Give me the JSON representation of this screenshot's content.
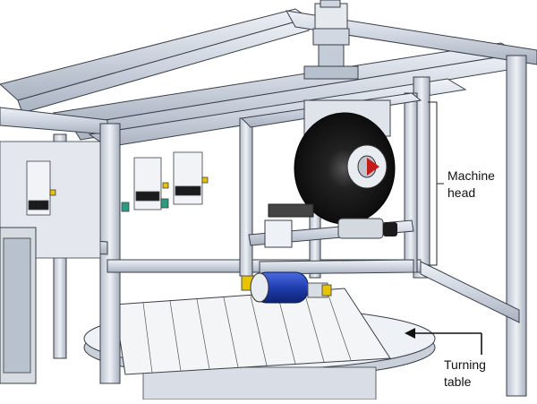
{
  "callouts": {
    "machine_head": {
      "line1": "Machine",
      "line2": "head"
    },
    "turning_table": {
      "line1": "Turning",
      "line2": "table"
    }
  },
  "colors": {
    "aluminium": "#d2d8e2",
    "aluminium_dark": "#9aa4b3",
    "outline": "#3a3f48",
    "brush": "#1b1b1b",
    "roller_blue": "#1f3fb0",
    "accent_yellow": "#e8c400",
    "accent_red": "#c41b1b",
    "table": "#eef1f5"
  }
}
